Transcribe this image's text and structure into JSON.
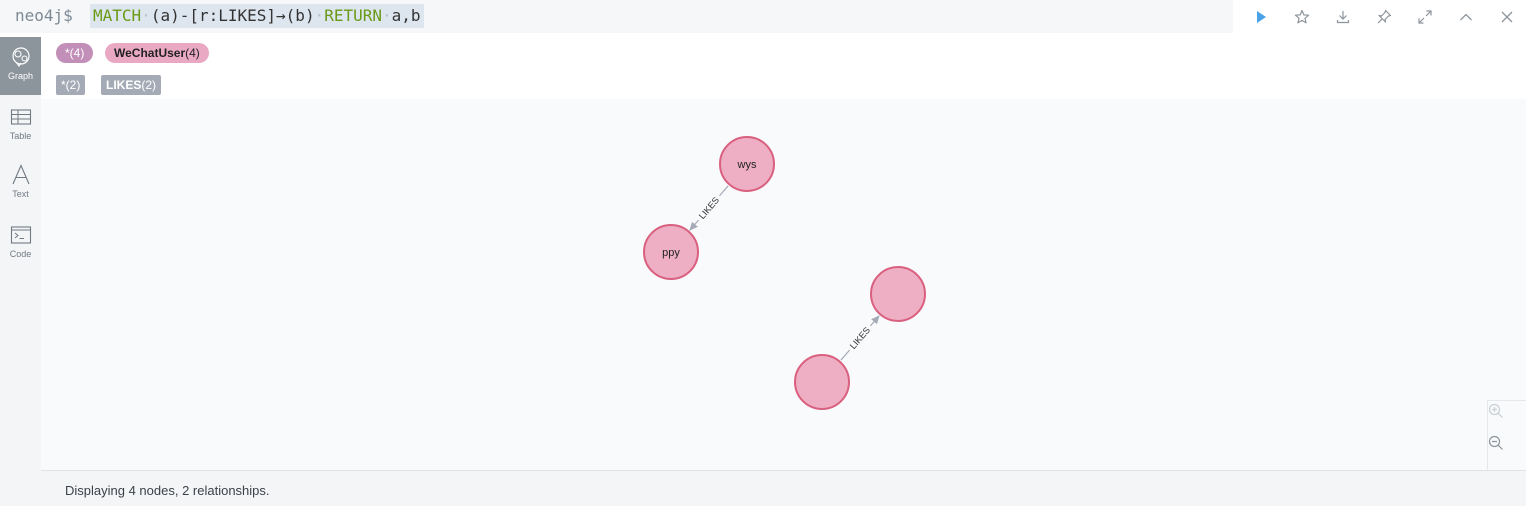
{
  "editor": {
    "prompt": "neo4j$",
    "query": {
      "kw_match": "MATCH",
      "pattern_a": "(a)-[r:LIKES]→(b)",
      "kw_return": "RETURN",
      "vars": "a,b"
    }
  },
  "toolbar": {
    "run_icon": "play-icon",
    "favorite_icon": "star-icon",
    "download_icon": "download-icon",
    "pin_icon": "pin-icon",
    "fullscreen_icon": "expand-icon",
    "collapse_icon": "chevron-up-icon",
    "close_icon": "close-icon",
    "run_color": "#4aa3e8"
  },
  "rail": {
    "items": [
      {
        "label": "Graph",
        "icon": "graph-icon"
      },
      {
        "label": "Table",
        "icon": "table-icon"
      },
      {
        "label": "Text",
        "icon": "text-icon"
      },
      {
        "label": "Code",
        "icon": "code-icon"
      }
    ]
  },
  "legend": {
    "node_all": "*",
    "node_all_count": "(4)",
    "node_label": "WeChatUser",
    "node_label_count": "(4)",
    "rel_all": "*",
    "rel_all_count": "(2)",
    "rel_label": "LIKES",
    "rel_label_count": "(2)"
  },
  "graph": {
    "node_color": "#eeaec3",
    "node_border": "#d9607f",
    "nodes": [
      {
        "id": "n1",
        "caption": "wys"
      },
      {
        "id": "n2",
        "caption": "ppy"
      },
      {
        "id": "n3",
        "caption": ""
      },
      {
        "id": "n4",
        "caption": ""
      }
    ],
    "relationships": [
      {
        "from": "n1",
        "to": "n2",
        "type": "LIKES"
      },
      {
        "from": "n4",
        "to": "n3",
        "type": "LIKES"
      }
    ]
  },
  "zoom": {
    "in_icon": "zoom-in-icon",
    "out_icon": "zoom-out-icon"
  },
  "status": {
    "text": "Displaying 4 nodes, 2 relationships."
  }
}
